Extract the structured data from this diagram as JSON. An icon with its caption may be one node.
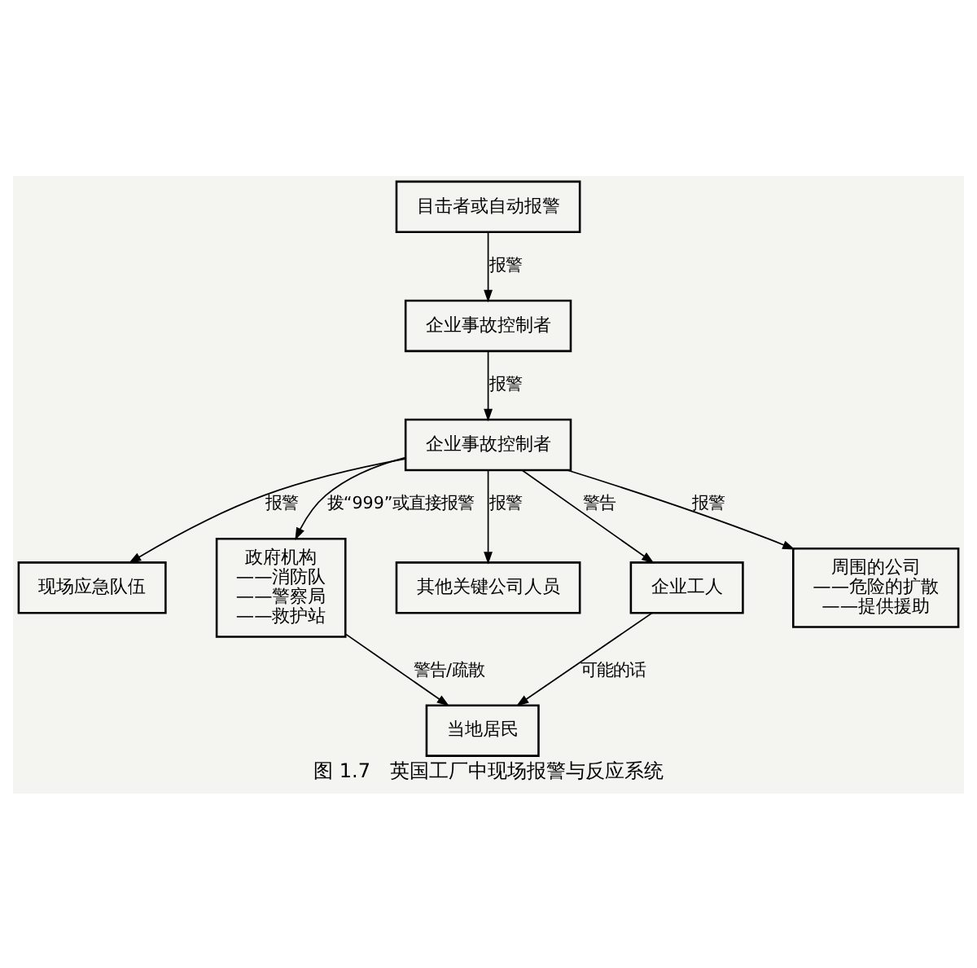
{
  "diagram": {
    "caption": "图 1.7　英国工厂中现场报警与反应系统",
    "nodes": [
      {
        "text": [
          "目击者或自动报警"
        ]
      },
      {
        "text": [
          "企业事故控制者"
        ]
      },
      {
        "text": [
          "企业事故控制者"
        ]
      },
      {
        "text": [
          "现场应急队伍"
        ]
      },
      {
        "text": [
          "政府机构",
          "——消防队",
          "——警察局",
          "——救护站"
        ]
      },
      {
        "text": [
          "其他关键公司人员"
        ]
      },
      {
        "text": [
          "企业工人"
        ]
      },
      {
        "text": [
          "周围的公司",
          "——危险的扩散",
          "——提供援助"
        ]
      },
      {
        "text": [
          "当地居民"
        ]
      }
    ],
    "edges": [
      {
        "from": 0,
        "to": 1,
        "arrow": "to",
        "label": "报警"
      },
      {
        "from": 1,
        "to": 2,
        "arrow": "to",
        "label": "报警"
      },
      {
        "from": 2,
        "to": 3,
        "arrow": "to",
        "label": "报警"
      },
      {
        "from": 2,
        "to": 4,
        "arrow": "to",
        "label": "拨“999”或直接报警"
      },
      {
        "from": 2,
        "to": 5,
        "arrow": "to",
        "label": "报警"
      },
      {
        "from": 2,
        "to": 6,
        "arrow": "to",
        "label": "警告"
      },
      {
        "from": 2,
        "to": 7,
        "arrow": "to",
        "label": "报警"
      },
      {
        "from": 4,
        "to": 8,
        "arrow": "to",
        "label": "警告/疏散"
      },
      {
        "from": 6,
        "to": 8,
        "arrow": "to",
        "label": "可能的话"
      }
    ]
  }
}
